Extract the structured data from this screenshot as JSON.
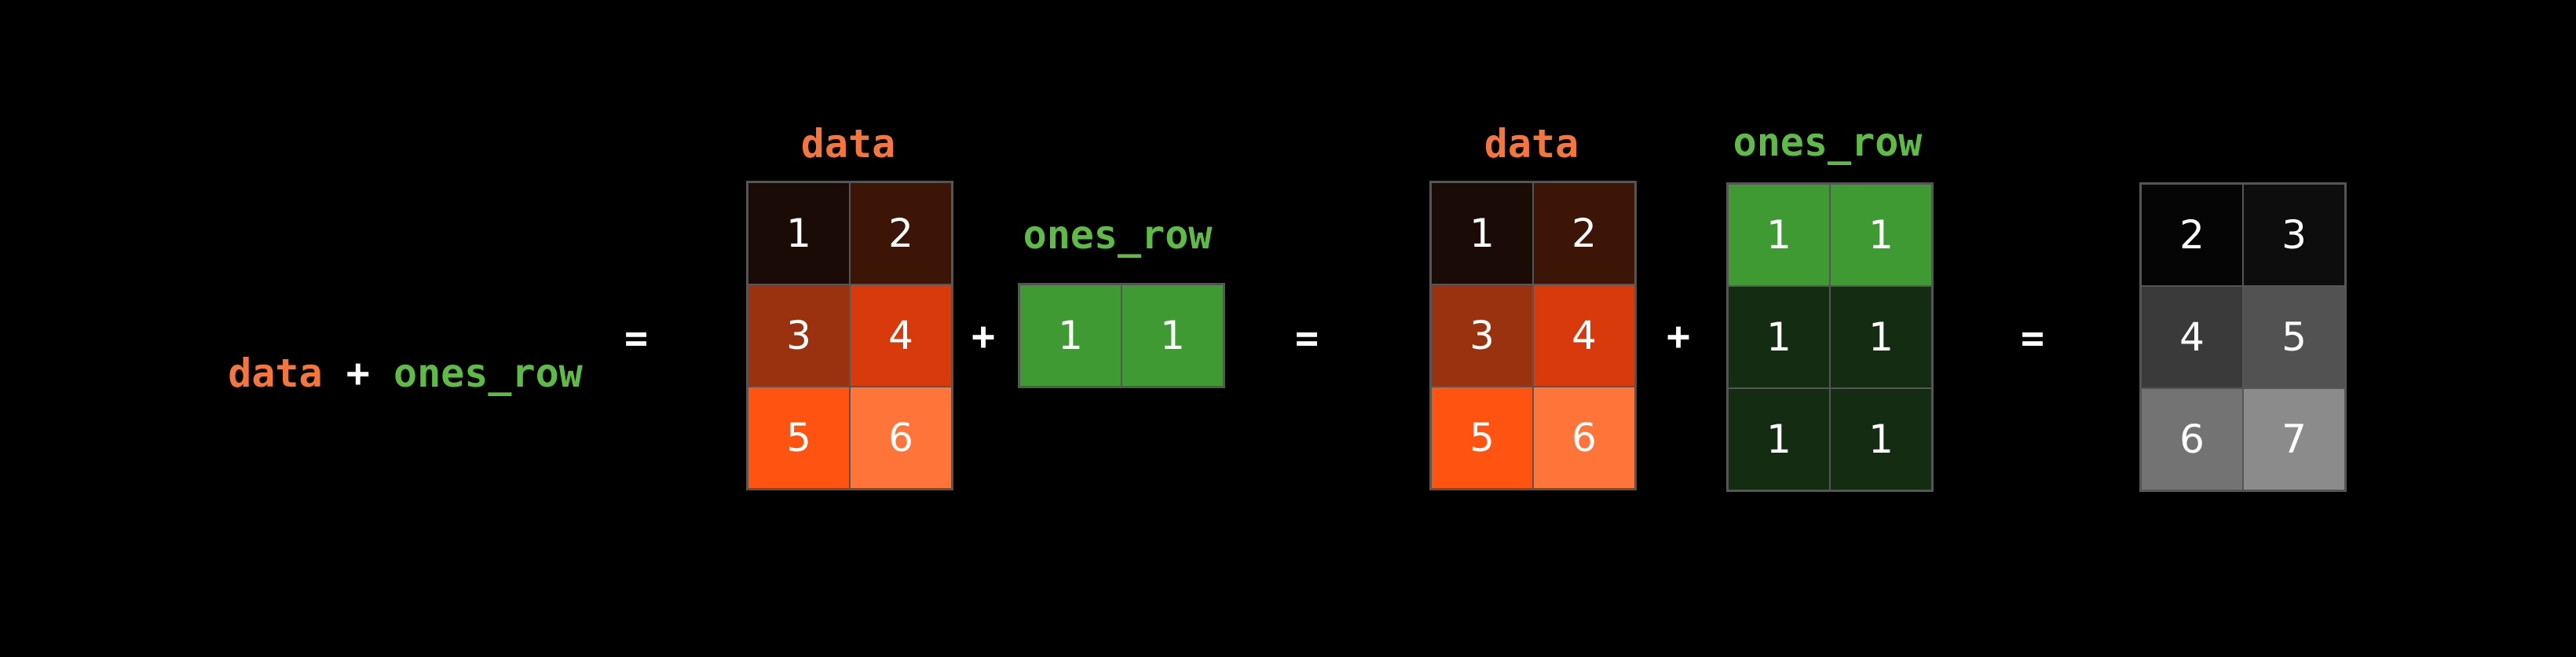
{
  "expression": {
    "left": "data",
    "plus": "+",
    "right": "ones_row",
    "equals": "="
  },
  "operators": {
    "equals": "=",
    "plus": "+"
  },
  "colors": {
    "background": "#000000",
    "data_label": "#f4763c",
    "ones_label": "#5dbb46",
    "operator": "#ffffff",
    "cell_border": "#555555"
  },
  "matrices": {
    "data_1": {
      "label": "data",
      "rows": [
        [
          "1",
          "2"
        ],
        [
          "3",
          "4"
        ],
        [
          "5",
          "6"
        ]
      ],
      "fills": [
        [
          "#1b0b06",
          "#3d1507"
        ],
        [
          "#9b320f",
          "#d93a0c"
        ],
        [
          "#ff5311",
          "#ff7539"
        ]
      ]
    },
    "ones_row": {
      "label": "ones_row",
      "rows": [
        [
          "1",
          "1"
        ]
      ],
      "fills": [
        [
          "#3f9a34",
          "#3f9a34"
        ]
      ]
    },
    "data_2": {
      "label": "data",
      "rows": [
        [
          "1",
          "2"
        ],
        [
          "3",
          "4"
        ],
        [
          "5",
          "6"
        ]
      ],
      "fills": [
        [
          "#1b0b06",
          "#3d1507"
        ],
        [
          "#9b320f",
          "#d93a0c"
        ],
        [
          "#ff5311",
          "#ff7539"
        ]
      ]
    },
    "ones_broadcast": {
      "label": "ones_row",
      "rows": [
        [
          "1",
          "1"
        ],
        [
          "1",
          "1"
        ],
        [
          "1",
          "1"
        ]
      ],
      "fills": [
        [
          "#3f9a34",
          "#3f9a34"
        ],
        [
          "#142d12",
          "#142d12"
        ],
        [
          "#142d12",
          "#142d12"
        ]
      ]
    },
    "result": {
      "label": "",
      "rows": [
        [
          "2",
          "3"
        ],
        [
          "4",
          "5"
        ],
        [
          "6",
          "7"
        ]
      ],
      "fills": [
        [
          "#050505",
          "#0d0d0d"
        ],
        [
          "#3a3a3a",
          "#525252"
        ],
        [
          "#737373",
          "#8b8b8b"
        ]
      ]
    }
  }
}
